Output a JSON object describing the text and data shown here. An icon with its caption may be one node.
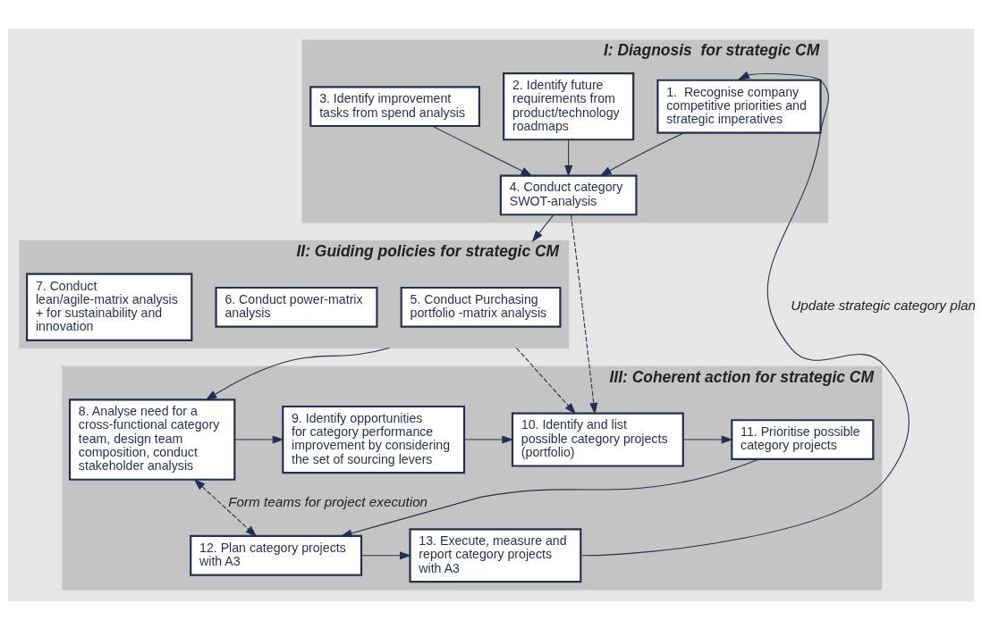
{
  "diagram": {
    "nodes": [
      {
        "text": [
          "I: Diagnosis  for strategic CM"
        ]
      },
      {
        "text": [
          "1.  Recognise company competitive priorities and strategic imperatives"
        ],
        "in": 0
      },
      {
        "text": [
          "2. Identify future requirements from product/technology roadmaps"
        ],
        "in": 0
      },
      {
        "text": [
          "3. Identify improvement tasks from spend analysis"
        ],
        "in": 0
      },
      {
        "text": [
          "4. Conduct category SWOT-analysis"
        ],
        "in": 0
      },
      {
        "text": [
          "II: Guiding policies for strategic CM"
        ]
      },
      {
        "text": [
          "5. Conduct Purchasing portfolio -matrix analysis"
        ],
        "in": 5
      },
      {
        "text": [
          "6. Conduct power-matrix analysis"
        ],
        "in": 5
      },
      {
        "text": [
          "7. Conduct lean/agile-matrix analysis + for sustainability and innovation"
        ],
        "in": 5
      },
      {
        "text": [
          "III: Coherent action for strategic CM"
        ]
      },
      {
        "text": [
          "8. Analyse need for a cross-functional category team, design team composition, conduct stakeholder analysis"
        ],
        "in": 9
      },
      {
        "text": [
          "9. Identify opportunities for category performance improvement by considering the set of sourcing levers"
        ],
        "in": 9
      },
      {
        "text": [
          "10. Identify and list possible category projects (portfolio)"
        ],
        "in": 9
      },
      {
        "text": [
          "11. Prioritise possible category projects"
        ],
        "in": 9
      },
      {
        "text": [
          "12. Plan category projects with A3"
        ],
        "in": 9
      },
      {
        "text": [
          "13. Execute, measure and report category projects with A3"
        ],
        "in": 9
      }
    ],
    "edges": [
      {
        "from": 1,
        "to": 4,
        "arrow": "to"
      },
      {
        "from": 2,
        "to": 4,
        "arrow": "to"
      },
      {
        "from": 3,
        "to": 4,
        "arrow": "to"
      },
      {
        "from": 4,
        "to": 5,
        "arrow": "to"
      },
      {
        "from": 4,
        "to": 12,
        "arrow": "to",
        "style": "dashed"
      },
      {
        "from": 5,
        "to": 10,
        "arrow": "to"
      },
      {
        "from": 5,
        "to": 12,
        "arrow": "to",
        "style": "dashed"
      },
      {
        "from": 10,
        "to": 11,
        "arrow": "to"
      },
      {
        "from": 11,
        "to": 12,
        "arrow": "to"
      },
      {
        "from": 12,
        "to": 13,
        "arrow": "to"
      },
      {
        "from": 13,
        "to": 14,
        "arrow": "to"
      },
      {
        "from": 14,
        "to": 15,
        "arrow": "to"
      },
      {
        "from": 15,
        "to": 1,
        "arrow": "to",
        "label": "Update strategic category plan"
      },
      {
        "from": 10,
        "to": 14,
        "arrow": "both",
        "style": "dashed",
        "label": "Form teams for project execution"
      }
    ]
  }
}
